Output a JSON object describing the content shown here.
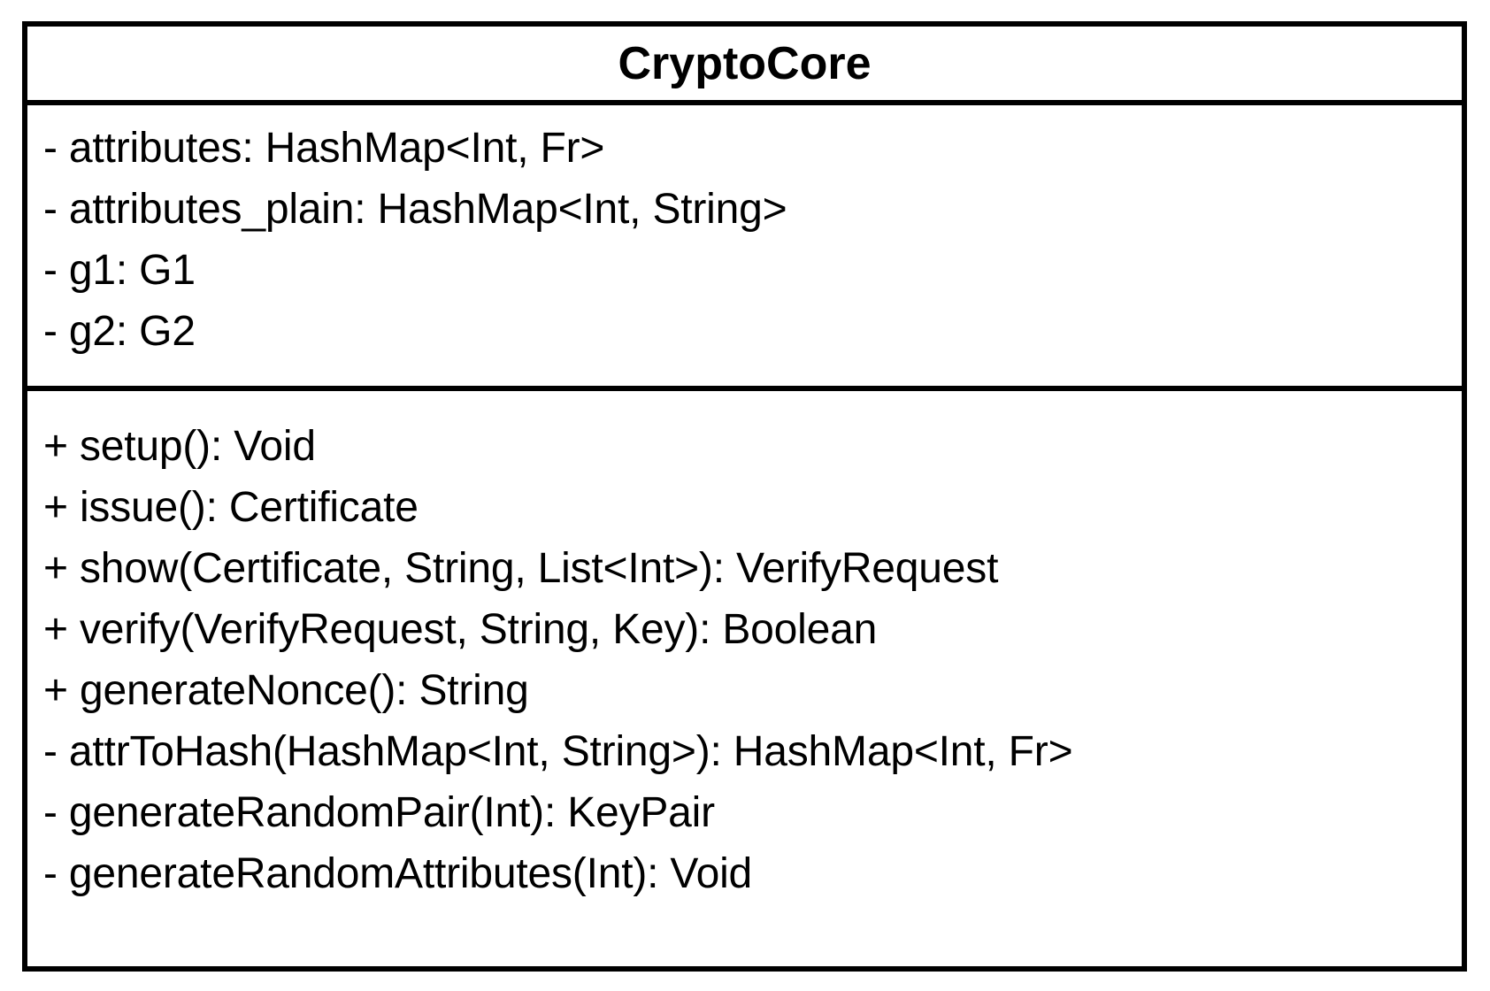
{
  "diagram": {
    "kind": "uml-class-diagram",
    "stroke_color": "#000000",
    "background_color": "#ffffff",
    "text_color": "#000000"
  },
  "uml_class": {
    "name": "CryptoCore",
    "attributes": [
      "- attributes: HashMap<Int, Fr>",
      "- attributes_plain: HashMap<Int, String>",
      "- g1: G1",
      "- g2: G2"
    ],
    "operations": [
      "+ setup(): Void",
      "+ issue(): Certificate",
      "+ show(Certificate, String, List<Int>): VerifyRequest",
      "+ verify(VerifyRequest, String, Key): Boolean",
      "+ generateNonce(): String",
      "- attrToHash(HashMap<Int, String>): HashMap<Int, Fr>",
      "- generateRandomPair(Int): KeyPair",
      "- generateRandomAttributes(Int): Void"
    ]
  }
}
